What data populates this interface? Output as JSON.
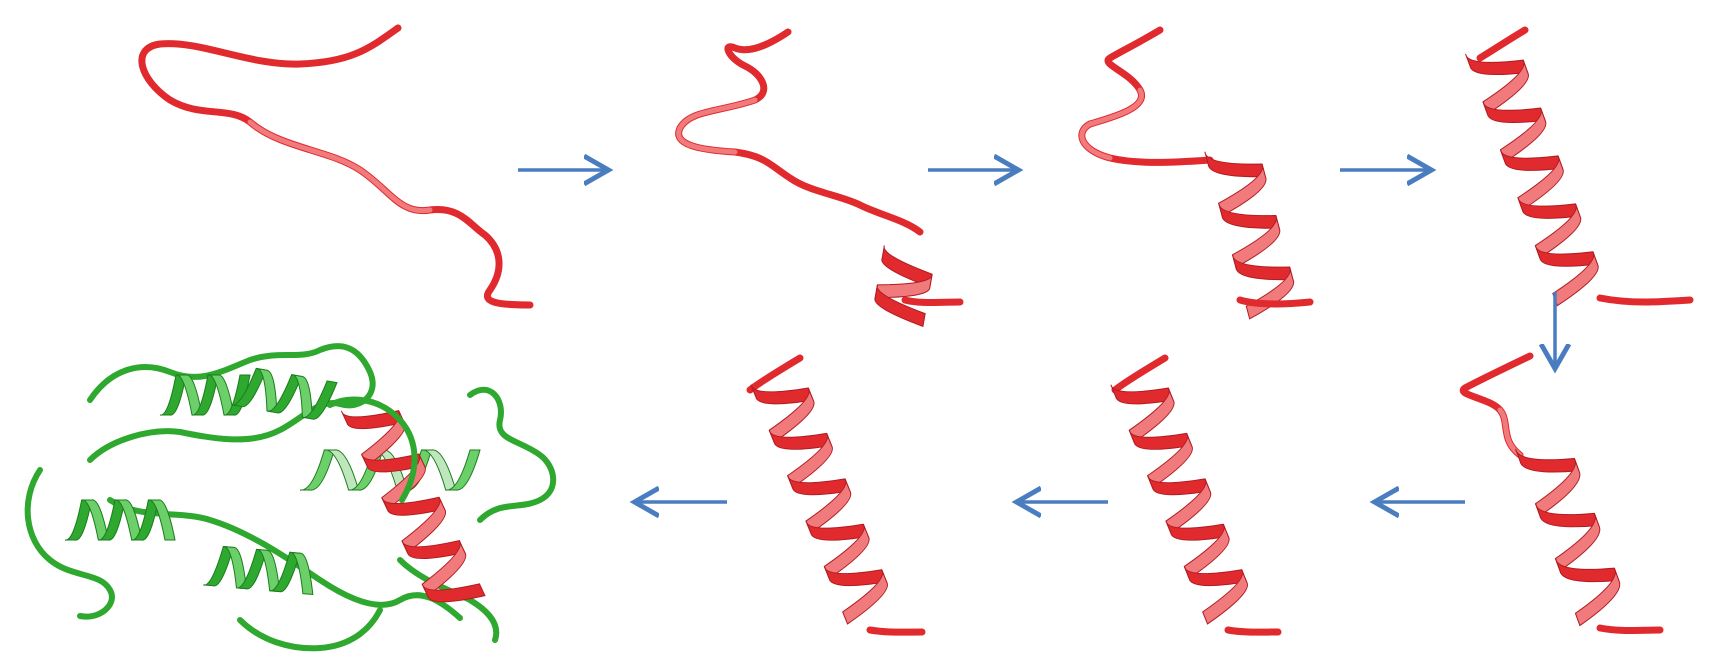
{
  "diagram": {
    "colors": {
      "peptide": "#e02a2e",
      "peptide_light": "#f07a7c",
      "peptide_dark": "#b01b20",
      "protein": "#2ea82e",
      "protein_light": "#6cd06a",
      "protein_dark": "#1c7c1c",
      "arrow": "#4a7cc0",
      "background": "#ffffff"
    },
    "stages": [
      {
        "id": "coil",
        "helix_fraction": 0.0
      },
      {
        "id": "short-helix",
        "helix_fraction": 0.2
      },
      {
        "id": "partial-helix",
        "helix_fraction": 0.45
      },
      {
        "id": "extended-helix",
        "helix_fraction": 0.85
      },
      {
        "id": "helix-kinked",
        "helix_fraction": 0.6
      },
      {
        "id": "full-helix",
        "helix_fraction": 1.0
      },
      {
        "id": "full-helix-final",
        "helix_fraction": 1.0
      },
      {
        "id": "bound-complex",
        "helix_fraction": 1.0
      }
    ],
    "arrows": [
      {
        "from": "coil",
        "to": "short-helix",
        "direction": "right"
      },
      {
        "from": "short-helix",
        "to": "partial-helix",
        "direction": "right"
      },
      {
        "from": "partial-helix",
        "to": "extended-helix",
        "direction": "right"
      },
      {
        "from": "extended-helix",
        "to": "helix-kinked",
        "direction": "down"
      },
      {
        "from": "helix-kinked",
        "to": "full-helix",
        "direction": "left"
      },
      {
        "from": "full-helix",
        "to": "full-helix-final",
        "direction": "left"
      },
      {
        "from": "full-helix-final",
        "to": "bound-complex",
        "direction": "left"
      }
    ]
  }
}
